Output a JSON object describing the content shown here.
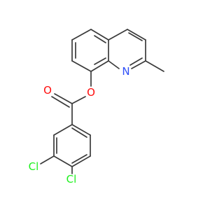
{
  "molecule": {
    "atoms": {
      "O_carbonyl": {
        "symbol": "O",
        "color": "#ff0d0d"
      },
      "O_ester": {
        "symbol": "O",
        "color": "#ff0d0d"
      },
      "N": {
        "symbol": "N",
        "color": "#3050f8"
      },
      "Cl_3": {
        "symbol": "Cl",
        "color": "#1ff01f"
      },
      "Cl_4": {
        "symbol": "Cl",
        "color": "#1ff01f"
      }
    },
    "bond_color": "#3a3a3a",
    "background": "#ffffff"
  }
}
